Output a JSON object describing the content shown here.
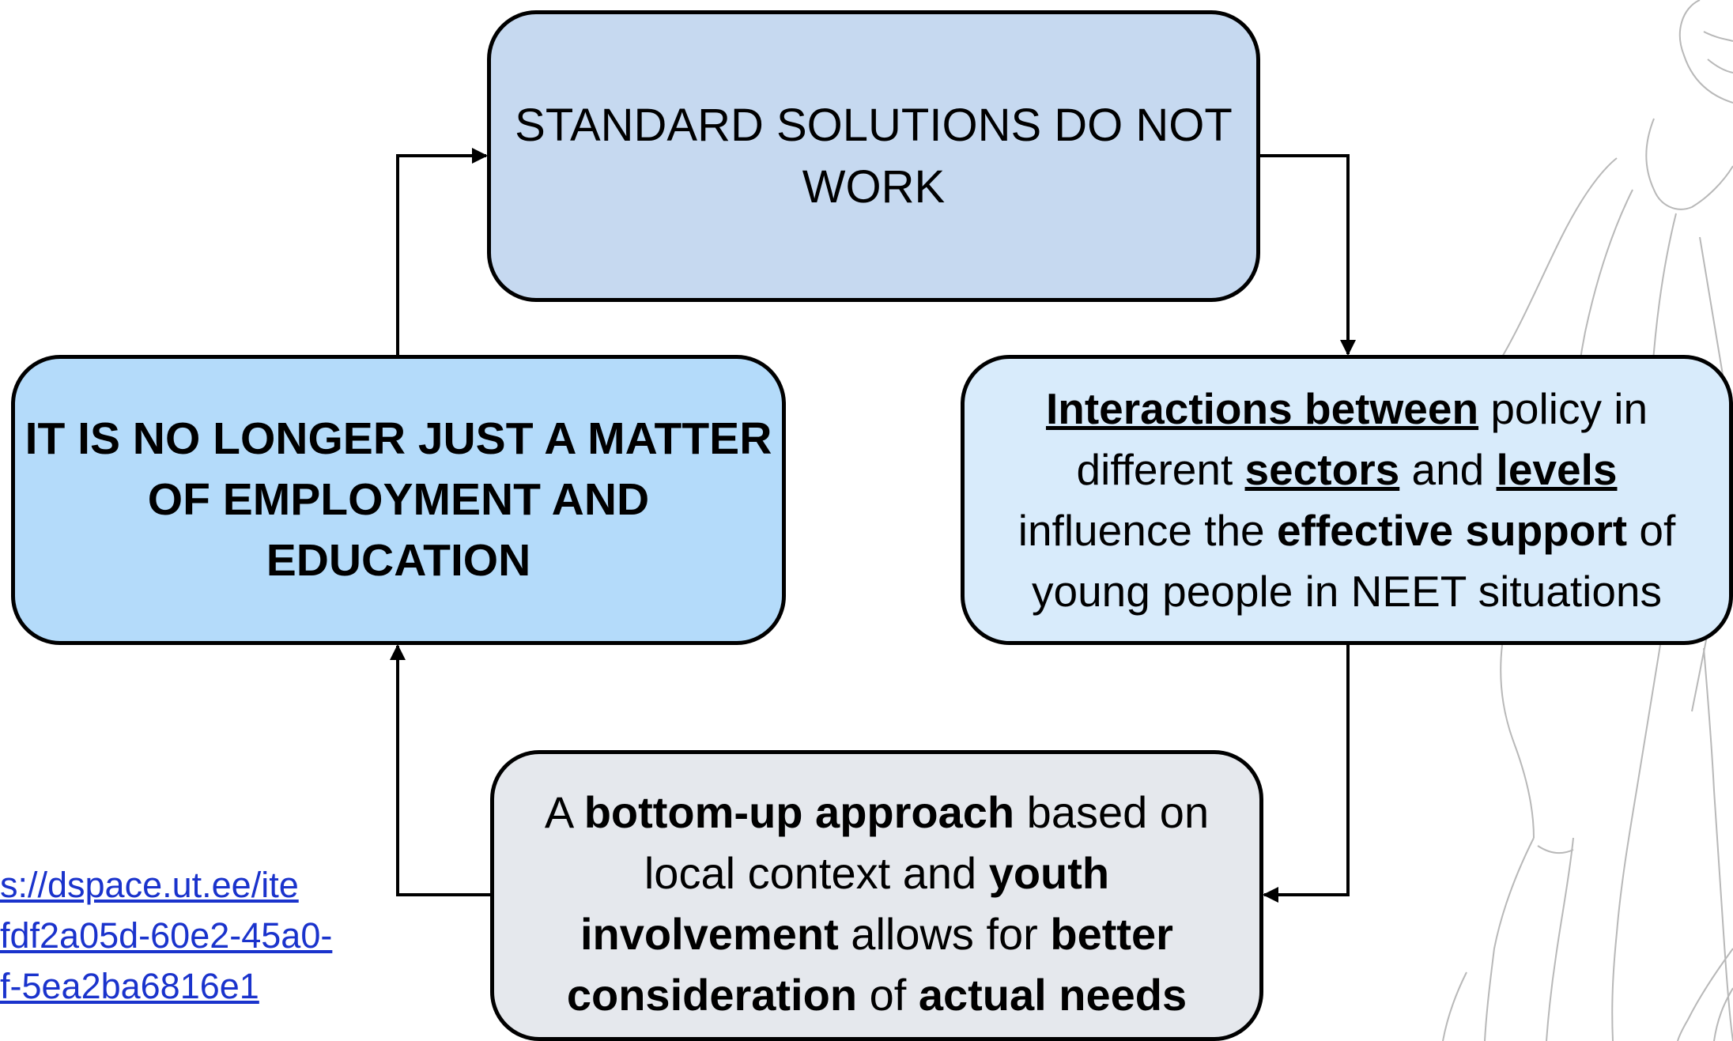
{
  "diagram": {
    "top_box": {
      "line1": "STANDARD SOLUTIONS DO NOT",
      "line2": "WORK"
    },
    "left_box": {
      "line1": "IT IS NO LONGER JUST A MATTER",
      "line2": "OF EMPLOYMENT AND",
      "line3": "EDUCATION"
    },
    "right_box": {
      "interactions_between": "Interactions between",
      "policy_in": " policy in",
      "different": "different ",
      "sectors": "sectors",
      "and": " and ",
      "levels": "levels",
      "influence_the": "influence the ",
      "effective_support": "effective support",
      "of": " of",
      "young_people": "young people in NEET situations"
    },
    "bottom_box": {
      "a": "A ",
      "bottom_up_approach": "bottom-up approach",
      "based_on": " based on",
      "local_context_and": "local context and ",
      "youth": "youth",
      "involvement": "involvement",
      "allows_for": " allows for ",
      "better": "better",
      "consideration": "consideration",
      "of": " of ",
      "actual_needs": "actual needs"
    }
  },
  "source_link": {
    "line1": "s://dspace.ut.ee/ite",
    "line2": "fdf2a05d-60e2-45a0-",
    "line3": "f-5ea2ba6816e1"
  },
  "colors": {
    "top_box": "#c6d9f0",
    "left_box": "#b4dbfa",
    "right_box": "#d8ebfb",
    "bottom_box": "#e5e8ed",
    "link": "#1a33cc",
    "figure_outline": "#b8b8b8"
  }
}
